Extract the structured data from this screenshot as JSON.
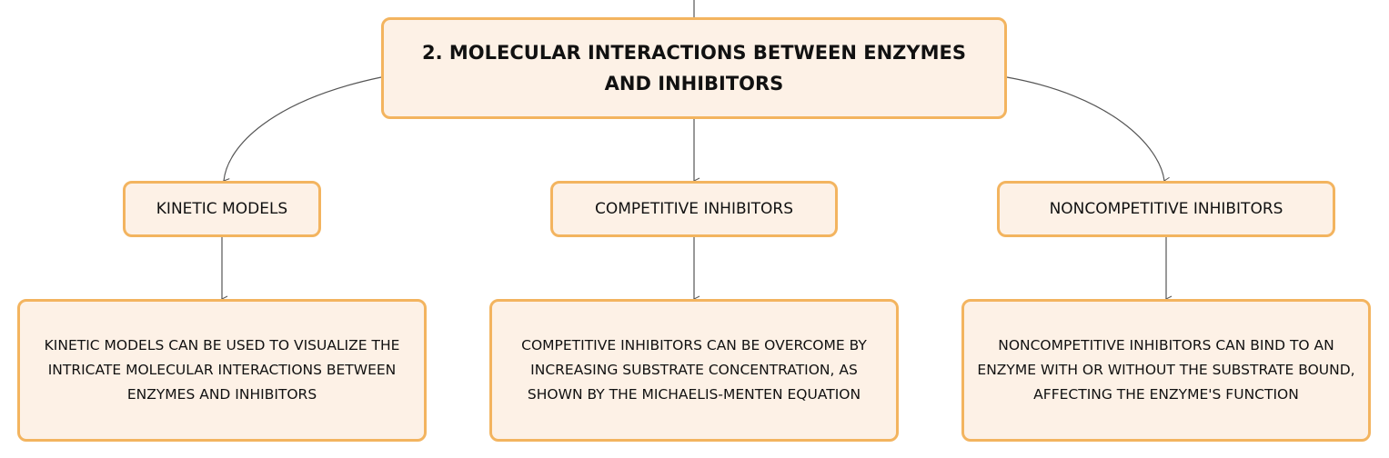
{
  "diagram": {
    "root": {
      "label": "2. MOLECULAR INTERACTIONS BETWEEN ENZYMES AND INHIBITORS"
    },
    "branches": [
      {
        "label": "KINETIC MODELS",
        "detail": "KINETIC MODELS CAN BE USED TO VISUALIZE THE INTRICATE MOLECULAR INTERACTIONS BETWEEN ENZYMES AND INHIBITORS"
      },
      {
        "label": "COMPETITIVE INHIBITORS",
        "detail": "COMPETITIVE INHIBITORS CAN BE OVERCOME BY INCREASING SUBSTRATE CONCENTRATION, AS SHOWN BY THE MICHAELIS-MENTEN EQUATION"
      },
      {
        "label": "NONCOMPETITIVE INHIBITORS",
        "detail": "NONCOMPETITIVE INHIBITORS CAN BIND TO AN ENZYME WITH OR WITHOUT THE SUBSTRATE BOUND, AFFECTING THE ENZYME'S FUNCTION"
      }
    ]
  },
  "colors": {
    "node_fill": "#fdf1e6",
    "node_border": "#f3b45f",
    "connector": "#555555",
    "text": "#111111"
  }
}
